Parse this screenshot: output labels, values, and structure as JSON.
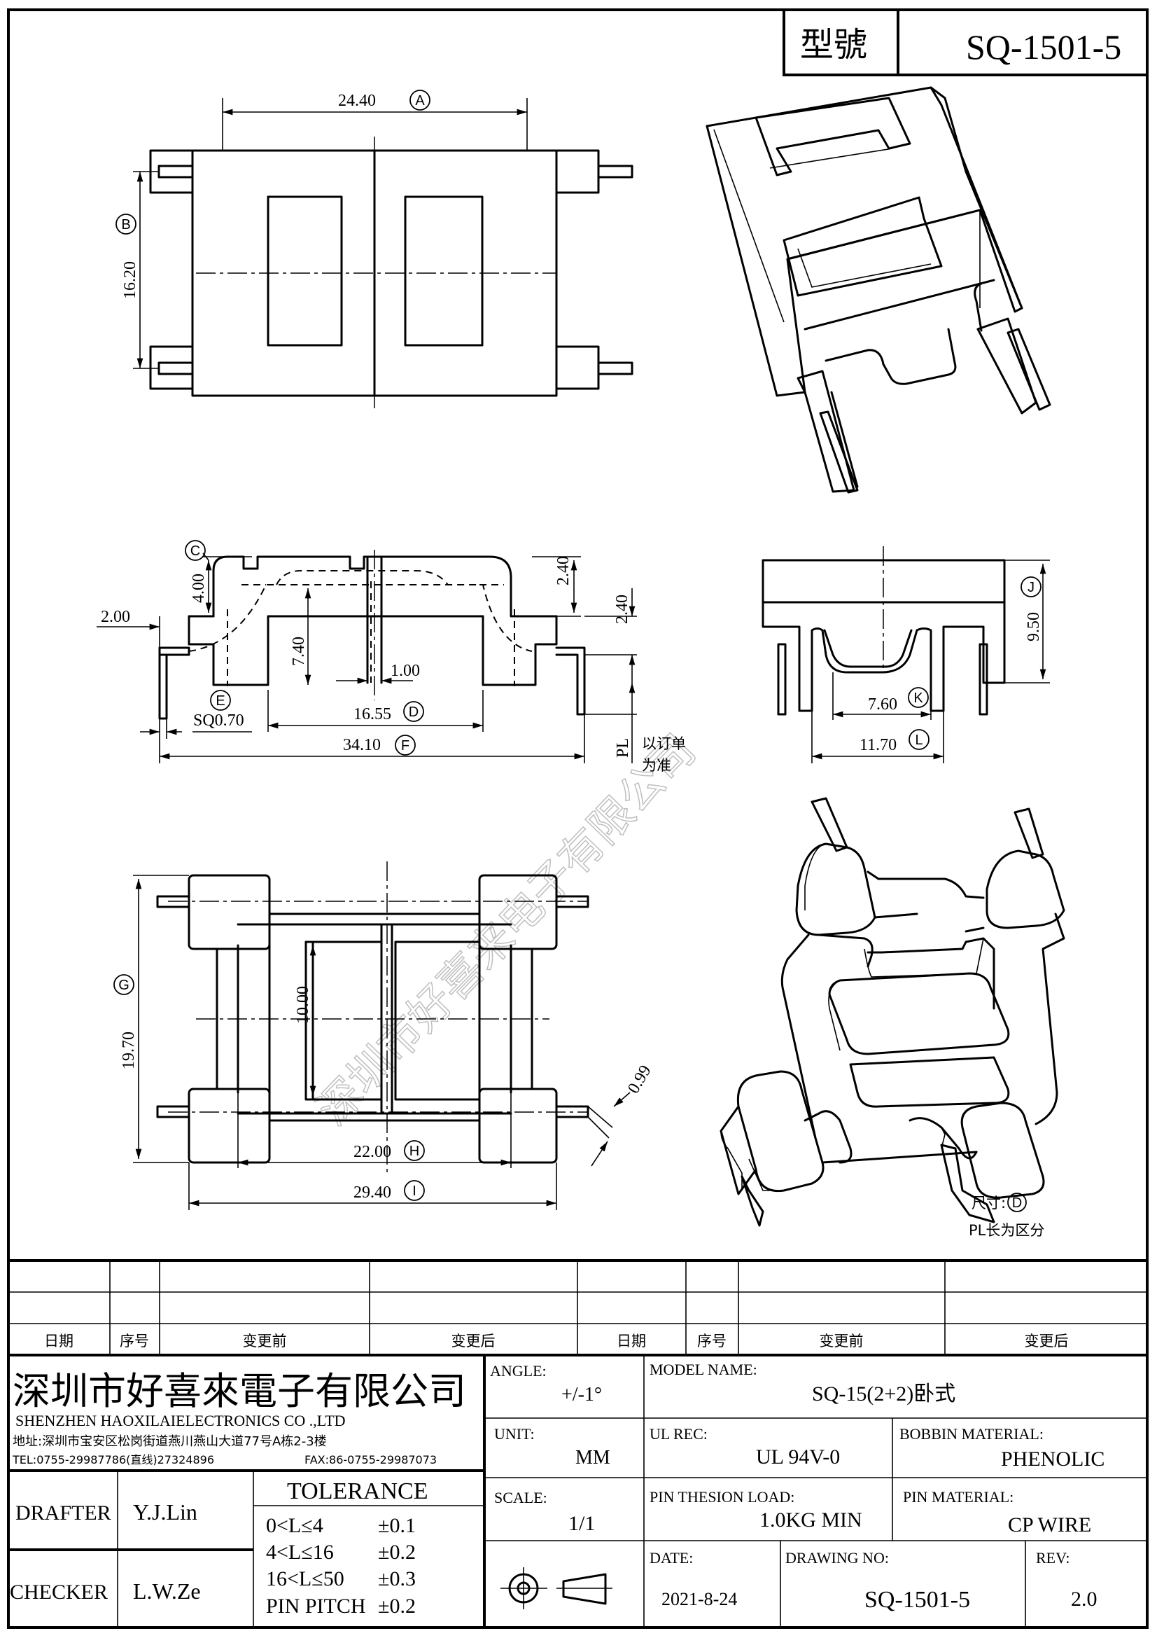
{
  "header": {
    "model_label": "型號",
    "model_no": "SQ-1501-5"
  },
  "dimensions": {
    "A": "24.40",
    "A_tag": "A",
    "B": "16.20",
    "B_tag": "B",
    "C_tag": "C",
    "C": "4.00",
    "h_240_top": "2.40",
    "h_240_mid": "2.40",
    "h_740": "7.40",
    "d_100": "1.00",
    "d_200": "2.00",
    "E_tag": "E",
    "E": "SQ0.70",
    "D": "16.55",
    "D_tag": "D",
    "F": "34.10",
    "F_tag": "F",
    "PL": "PL",
    "PL_note1": "以订单",
    "PL_note2": "为准",
    "J": "9.50",
    "J_tag": "J",
    "K": "7.60",
    "K_tag": "K",
    "L": "11.70",
    "L_tag": "L",
    "G": "19.70",
    "G_tag": "G",
    "d_1000": "10.00",
    "d_099": "0.99",
    "H": "22.00",
    "H_tag": "H",
    "I": "29.40",
    "I_tag": "I"
  },
  "notes": {
    "size_label": "尺寸:",
    "size_tag": "D",
    "pl_note": "PL长为区分"
  },
  "watermark": "深圳市好喜来电子有限公司",
  "revision": {
    "headers": [
      "日期",
      "序号",
      "变更前",
      "变更后",
      "日期",
      "序号",
      "变更前",
      "变更后"
    ]
  },
  "company": {
    "name_cn": "深圳市好喜來電子有限公司",
    "name_en": "SHENZHEN HAOXILAIELECTRONICS CO .,LTD",
    "address": "地址:深圳市宝安区松岗街道燕川燕山大道77号A栋2-3楼",
    "tel": "TEL:0755-29987786(直线)27324896",
    "fax": "FAX:86-0755-29987073"
  },
  "title_block": {
    "angle_label": "ANGLE:",
    "angle_value": "+/-1°",
    "model_name_label": "MODEL NAME:",
    "model_name_value": "SQ-15(2+2)卧式",
    "unit_label": "UNIT:",
    "unit_value": "MM",
    "ul_label": "UL REC:",
    "ul_value": "UL 94V-0",
    "bobbin_label": "BOBBIN MATERIAL:",
    "bobbin_value": "PHENOLIC",
    "scale_label": "SCALE:",
    "scale_value": "1/1",
    "pin_load_label": "PIN THESION LOAD:",
    "pin_load_value": "1.0KG MIN",
    "pin_mat_label": "PIN MATERIAL:",
    "pin_mat_value": "CP  WIRE",
    "date_label": "DATE:",
    "date_value": "2021-8-24",
    "drawing_label": "DRAWING NO:",
    "drawing_value": "SQ-1501-5",
    "rev_label": "REV:",
    "rev_value": "2.0",
    "drafter_label": "DRAFTER",
    "drafter_value": "Y.J.Lin",
    "checker_label": "CHECKER",
    "checker_value": "L.W.Ze",
    "tolerance_title": "TOLERANCE",
    "tol_rows": [
      {
        "range": "0<L≤4",
        "tol": "±0.1"
      },
      {
        "range": "4<L≤16",
        "tol": "±0.2"
      },
      {
        "range": "16<L≤50",
        "tol": "±0.3"
      },
      {
        "range": "PIN PITCH",
        "tol": "±0.2"
      }
    ]
  }
}
